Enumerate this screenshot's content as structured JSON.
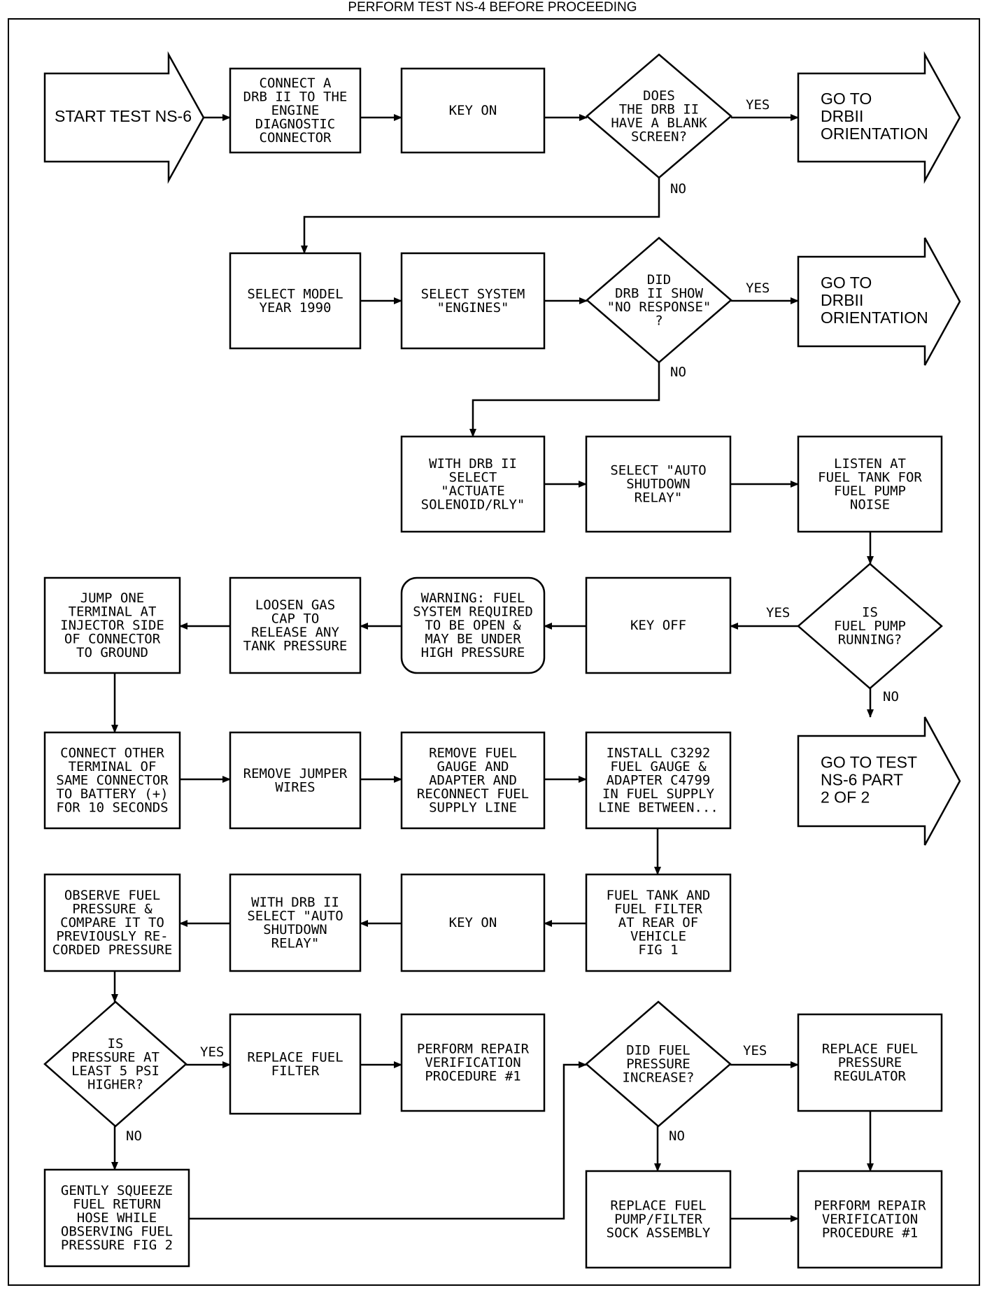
{
  "header": "PERFORM TEST NS-4 BEFORE PROCEEDING",
  "nodes": [
    {
      "id": "start",
      "shape": "arrow",
      "lines": [
        "START TEST NS-6"
      ]
    },
    {
      "id": "connect_drb",
      "shape": "box",
      "lines": [
        "CONNECT A",
        "DRB II TO THE",
        "ENGINE",
        "DIAGNOSTIC",
        "CONNECTOR"
      ]
    },
    {
      "id": "key_on_1",
      "shape": "box",
      "lines": [
        "KEY ON"
      ]
    },
    {
      "id": "blank_screen",
      "shape": "diamond",
      "lines": [
        "DOES",
        "THE DRB II",
        "HAVE A BLANK",
        "SCREEN?"
      ]
    },
    {
      "id": "goto_orient_1",
      "shape": "arrow",
      "lines": [
        "GO TO",
        "DRBII",
        "ORIENTATION"
      ]
    },
    {
      "id": "select_model",
      "shape": "box",
      "lines": [
        "SELECT MODEL",
        "YEAR 1990"
      ]
    },
    {
      "id": "select_system",
      "shape": "box",
      "lines": [
        "SELECT SYSTEM",
        "\"ENGINES\""
      ]
    },
    {
      "id": "no_response",
      "shape": "diamond",
      "lines": [
        "DID",
        "DRB II SHOW",
        "\"NO RESPONSE\"",
        "?"
      ]
    },
    {
      "id": "goto_orient_2",
      "shape": "arrow",
      "lines": [
        "GO TO",
        "DRBII",
        "ORIENTATION"
      ]
    },
    {
      "id": "actuate",
      "shape": "box",
      "lines": [
        "WITH DRB II",
        "SELECT",
        "\"ACTUATE",
        "SOLENOID/RLY\""
      ]
    },
    {
      "id": "auto_shutdown",
      "shape": "box",
      "lines": [
        "SELECT \"AUTO",
        "SHUTDOWN",
        "RELAY\""
      ]
    },
    {
      "id": "listen",
      "shape": "box",
      "lines": [
        "LISTEN AT",
        "FUEL TANK FOR",
        "FUEL PUMP",
        "NOISE"
      ]
    },
    {
      "id": "pump_running",
      "shape": "diamond",
      "lines": [
        "IS",
        "FUEL PUMP",
        "RUNNING?"
      ]
    },
    {
      "id": "key_off",
      "shape": "box",
      "lines": [
        "KEY OFF"
      ]
    },
    {
      "id": "warning",
      "shape": "rounded",
      "lines": [
        "WARNING: FUEL",
        "SYSTEM REQUIRED",
        "TO BE OPEN &",
        "MAY BE UNDER",
        "HIGH PRESSURE"
      ]
    },
    {
      "id": "loosen_cap",
      "shape": "box",
      "lines": [
        "LOOSEN GAS",
        "CAP TO",
        "RELEASE ANY",
        "TANK PRESSURE"
      ]
    },
    {
      "id": "jump_terminal",
      "shape": "box",
      "lines": [
        "JUMP ONE",
        "TERMINAL AT",
        "INJECTOR SIDE",
        "OF CONNECTOR",
        "TO GROUND"
      ]
    },
    {
      "id": "goto_part2",
      "shape": "arrow",
      "lines": [
        "GO TO TEST",
        "NS-6 PART",
        "2 OF 2"
      ]
    },
    {
      "id": "connect_other",
      "shape": "box",
      "lines": [
        "CONNECT OTHER",
        "TERMINAL OF",
        "SAME CONNECTOR",
        "TO BATTERY (+)",
        "FOR 10 SECONDS"
      ]
    },
    {
      "id": "remove_jumper",
      "shape": "box",
      "lines": [
        "REMOVE JUMPER",
        "WIRES"
      ]
    },
    {
      "id": "remove_gauge",
      "shape": "box",
      "lines": [
        "REMOVE FUEL",
        "GAUGE AND",
        "ADAPTER AND",
        "RECONNECT FUEL",
        "SUPPLY LINE"
      ]
    },
    {
      "id": "install_gauge",
      "shape": "box",
      "lines": [
        "INSTALL C3292",
        "FUEL GAUGE &",
        "ADAPTER C4799",
        "IN FUEL SUPPLY",
        "LINE BETWEEN..."
      ]
    },
    {
      "id": "observe",
      "shape": "box",
      "lines": [
        "OBSERVE FUEL",
        "PRESSURE &",
        "COMPARE IT TO",
        "PREVIOUSLY RE-",
        "CORDED PRESSURE"
      ]
    },
    {
      "id": "with_drb_auto",
      "shape": "box",
      "lines": [
        "WITH DRB II",
        "SELECT \"AUTO",
        "SHUTDOWN",
        "RELAY\""
      ]
    },
    {
      "id": "key_on_2",
      "shape": "box",
      "lines": [
        "KEY ON"
      ]
    },
    {
      "id": "tank_filter",
      "shape": "box",
      "lines": [
        "FUEL TANK AND",
        "FUEL FILTER",
        "AT REAR OF",
        "VEHICLE",
        "FIG 1"
      ]
    },
    {
      "id": "pressure_higher",
      "shape": "diamond",
      "lines": [
        "IS",
        "PRESSURE AT",
        "LEAST 5 PSI",
        "HIGHER?"
      ]
    },
    {
      "id": "replace_filter",
      "shape": "box",
      "lines": [
        "REPLACE FUEL",
        "FILTER"
      ]
    },
    {
      "id": "repair_verify_1",
      "shape": "box",
      "lines": [
        "PERFORM REPAIR",
        "VERIFICATION",
        "PROCEDURE #1"
      ]
    },
    {
      "id": "pressure_increase",
      "shape": "diamond",
      "lines": [
        "DID FUEL",
        "PRESSURE",
        "INCREASE?"
      ]
    },
    {
      "id": "replace_regulator",
      "shape": "box",
      "lines": [
        "REPLACE FUEL",
        "PRESSURE",
        "REGULATOR"
      ]
    },
    {
      "id": "squeeze_hose",
      "shape": "box",
      "lines": [
        "GENTLY SQUEEZE",
        "FUEL RETURN",
        "HOSE WHILE",
        "OBSERVING FUEL",
        "PRESSURE FIG 2"
      ]
    },
    {
      "id": "replace_pump",
      "shape": "box",
      "lines": [
        "REPLACE FUEL",
        "PUMP/FILTER",
        "SOCK ASSEMBLY"
      ]
    },
    {
      "id": "repair_verify_2",
      "shape": "box",
      "lines": [
        "PERFORM REPAIR",
        "VERIFICATION",
        "PROCEDURE #1"
      ]
    }
  ],
  "edges": [
    {
      "from": "start",
      "to": "connect_drb",
      "label": ""
    },
    {
      "from": "connect_drb",
      "to": "key_on_1",
      "label": ""
    },
    {
      "from": "key_on_1",
      "to": "blank_screen",
      "label": ""
    },
    {
      "from": "blank_screen",
      "to": "goto_orient_1",
      "label": "YES"
    },
    {
      "from": "blank_screen",
      "to": "select_model",
      "label": "NO"
    },
    {
      "from": "select_model",
      "to": "select_system",
      "label": ""
    },
    {
      "from": "select_system",
      "to": "no_response",
      "label": ""
    },
    {
      "from": "no_response",
      "to": "goto_orient_2",
      "label": "YES"
    },
    {
      "from": "no_response",
      "to": "actuate",
      "label": "NO"
    },
    {
      "from": "actuate",
      "to": "auto_shutdown",
      "label": ""
    },
    {
      "from": "auto_shutdown",
      "to": "listen",
      "label": ""
    },
    {
      "from": "listen",
      "to": "pump_running",
      "label": ""
    },
    {
      "from": "pump_running",
      "to": "key_off",
      "label": "YES"
    },
    {
      "from": "pump_running",
      "to": "goto_part2",
      "label": "NO"
    },
    {
      "from": "key_off",
      "to": "warning",
      "label": ""
    },
    {
      "from": "warning",
      "to": "loosen_cap",
      "label": ""
    },
    {
      "from": "loosen_cap",
      "to": "jump_terminal",
      "label": ""
    },
    {
      "from": "jump_terminal",
      "to": "connect_other",
      "label": ""
    },
    {
      "from": "connect_other",
      "to": "remove_jumper",
      "label": ""
    },
    {
      "from": "remove_jumper",
      "to": "remove_gauge",
      "label": ""
    },
    {
      "from": "remove_gauge",
      "to": "install_gauge",
      "label": ""
    },
    {
      "from": "install_gauge",
      "to": "tank_filter",
      "label": ""
    },
    {
      "from": "tank_filter",
      "to": "key_on_2",
      "label": ""
    },
    {
      "from": "key_on_2",
      "to": "with_drb_auto",
      "label": ""
    },
    {
      "from": "with_drb_auto",
      "to": "observe",
      "label": ""
    },
    {
      "from": "observe",
      "to": "pressure_higher",
      "label": ""
    },
    {
      "from": "pressure_higher",
      "to": "replace_filter",
      "label": "YES"
    },
    {
      "from": "pressure_higher",
      "to": "squeeze_hose",
      "label": "NO"
    },
    {
      "from": "replace_filter",
      "to": "repair_verify_1",
      "label": ""
    },
    {
      "from": "squeeze_hose",
      "to": "pressure_increase",
      "label": ""
    },
    {
      "from": "pressure_increase",
      "to": "replace_regulator",
      "label": "YES"
    },
    {
      "from": "pressure_increase",
      "to": "replace_pump",
      "label": "NO"
    },
    {
      "from": "replace_regulator",
      "to": "repair_verify_2",
      "label": ""
    },
    {
      "from": "replace_pump",
      "to": "repair_verify_2",
      "label": ""
    }
  ]
}
